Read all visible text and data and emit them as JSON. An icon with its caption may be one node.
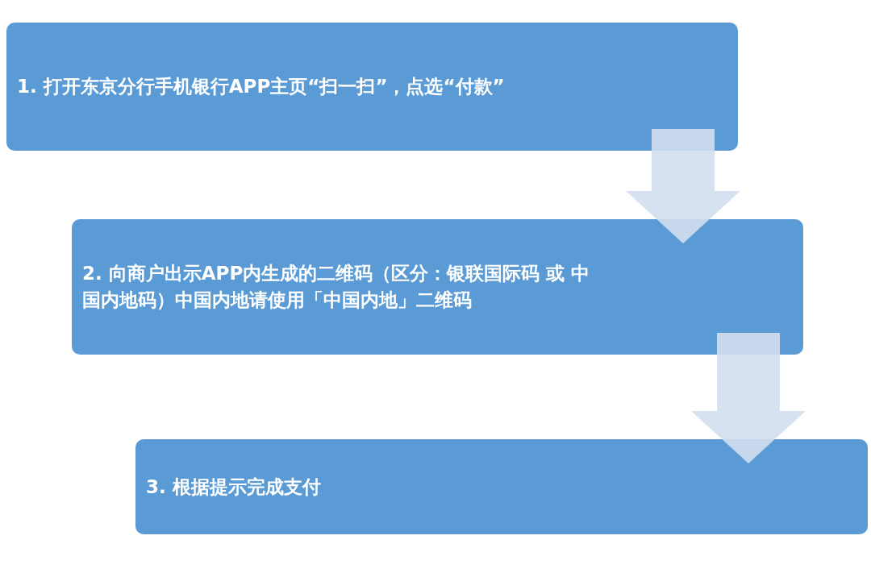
{
  "diagram": {
    "nodes": [
      {
        "text": [
          "1. 打开东京分行手机银行APP主页“扫一扫”，点选“付款”"
        ]
      },
      {
        "text": [
          "2. 向商户出示APP内生成的二维码（区分：银联国际码 或 中国内地码）中国内地请使用「中国内地」二维码"
        ]
      },
      {
        "text": [
          "3. 根据提示完成支付"
        ]
      }
    ],
    "edges": [
      {
        "from": 0,
        "to": 1,
        "arrow": "to"
      },
      {
        "from": 1,
        "to": 2,
        "arrow": "to"
      }
    ]
  }
}
